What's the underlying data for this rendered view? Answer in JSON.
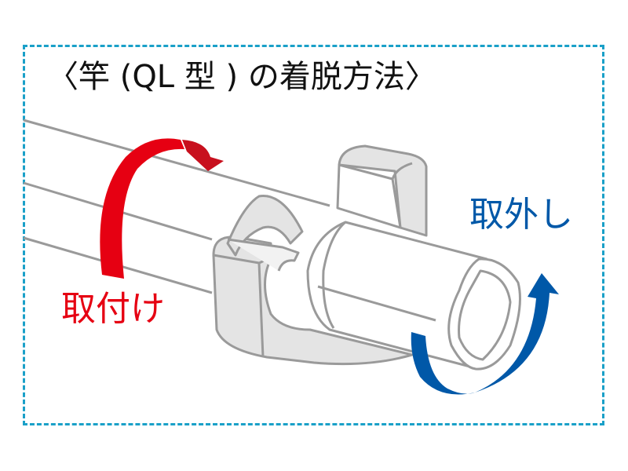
{
  "title": "〈竿 (QL 型 ) の着脱方法〉",
  "labels": {
    "attach": "取付け",
    "remove": "取外し"
  },
  "colors": {
    "frame_border": "#1aa0c8",
    "attach_arrow": "#e60012",
    "remove_arrow": "#0058a8",
    "outline": "#9a9a9a",
    "clip_fill": "#e4e4e4"
  },
  "icons": {
    "attach_arrow": "clockwise-arrow-icon",
    "remove_arrow": "counterclockwise-arrow-icon"
  }
}
